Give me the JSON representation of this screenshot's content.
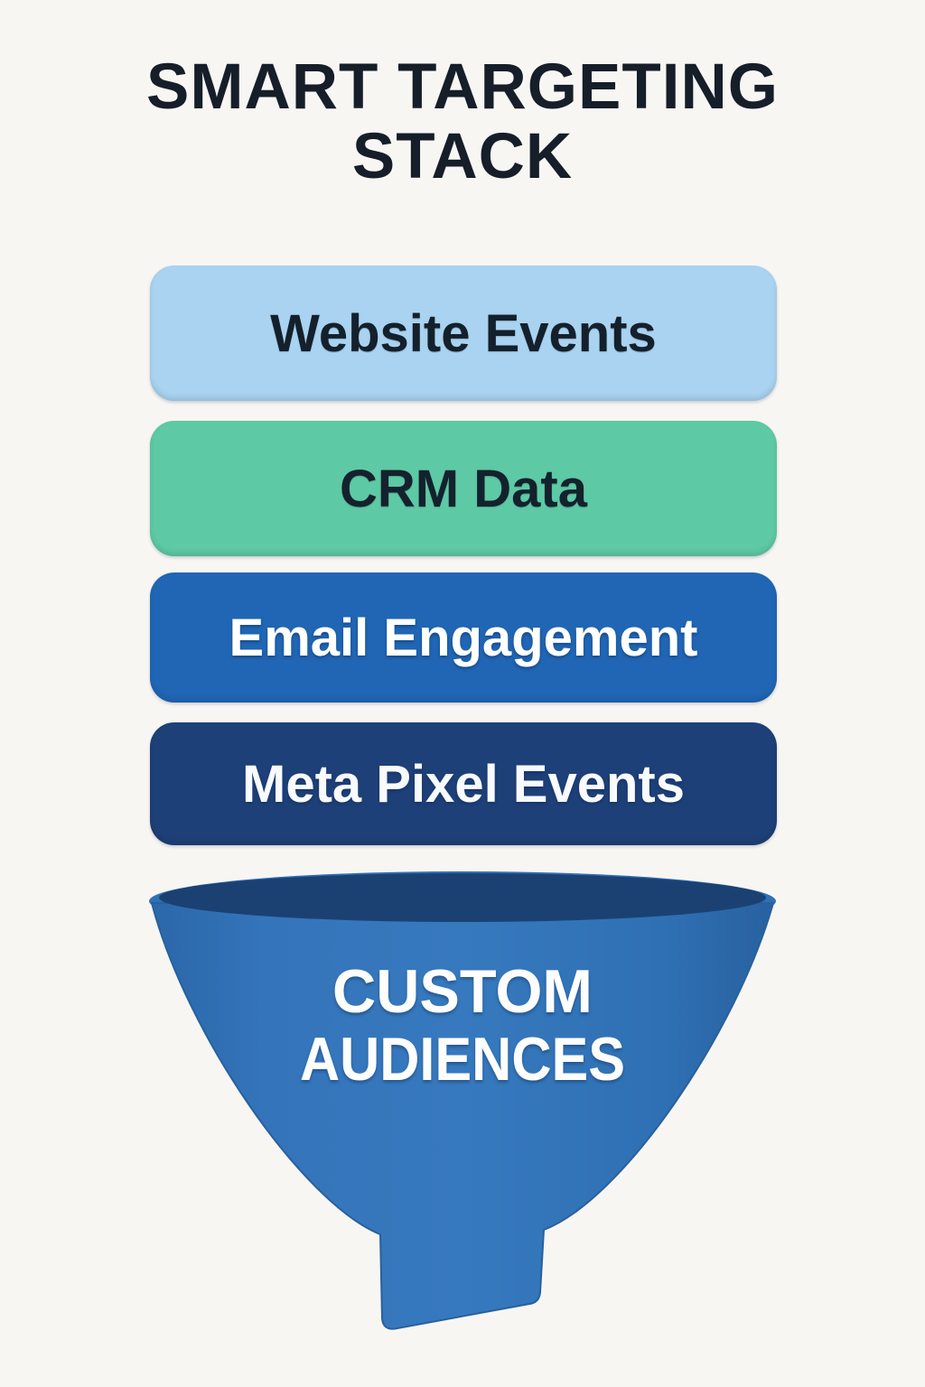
{
  "title": {
    "line1": "SMART TARGETING",
    "line2": "STACK"
  },
  "title_color": "#151e29",
  "background_color": "#f8f6f3",
  "bars": [
    {
      "label": "Website Events",
      "bg": "#a9d3f0",
      "text_color": "#14202c"
    },
    {
      "label": "CRM Data",
      "bg": "#5ec9a5",
      "text_color": "#13222c"
    },
    {
      "label": "Email Engagement",
      "bg": "#2066b5",
      "text_color": "#ffffff"
    },
    {
      "label": "Meta Pixel Events",
      "bg": "#1e4078",
      "text_color": "#f8fafd"
    }
  ],
  "funnel": {
    "label_line1": "CUSTOM",
    "label_line2": "AUDIENCES",
    "body_color": "#2f70b7",
    "mouth_color": "#1b4173",
    "text_color": "#fdfdfd"
  }
}
